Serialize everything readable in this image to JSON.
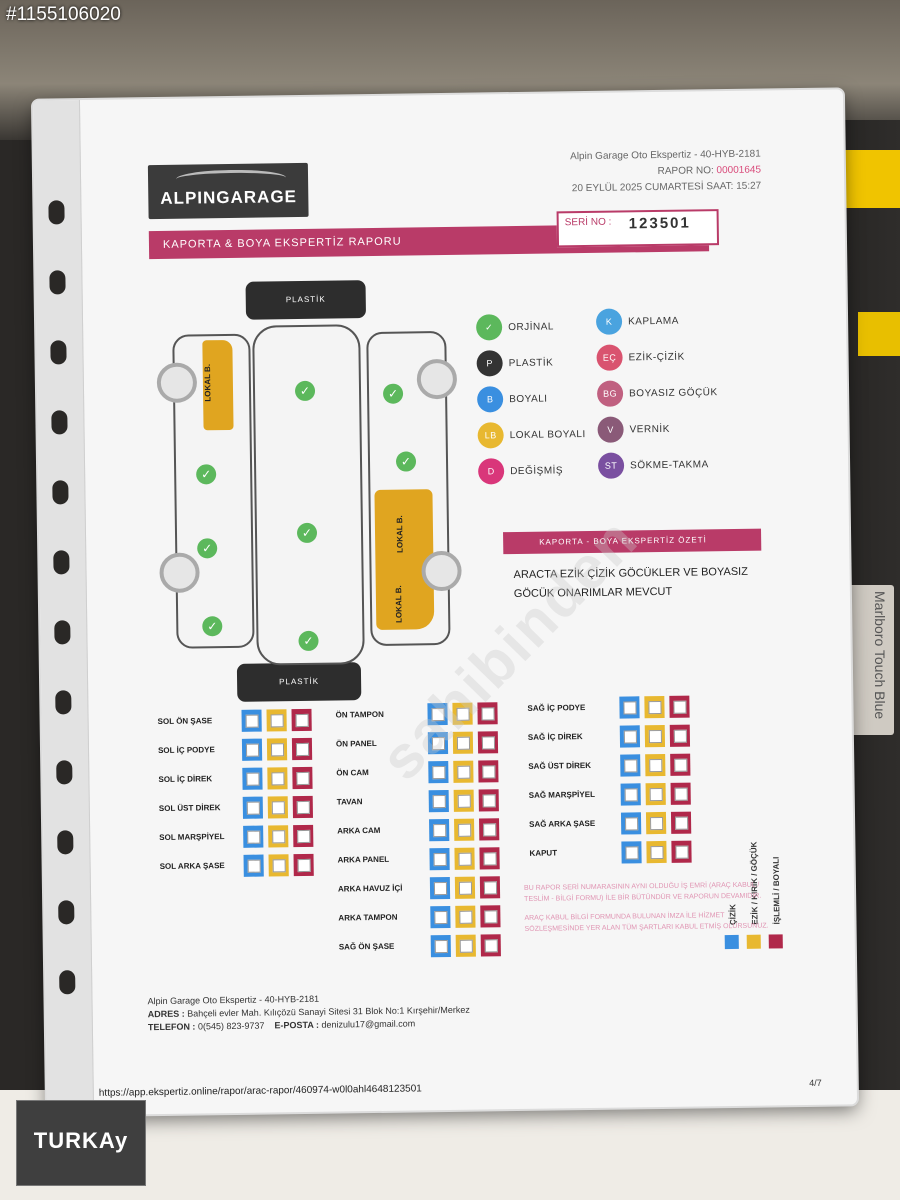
{
  "photo_id": "#1155106020",
  "pack_text": "Marlboro Touch Blue",
  "watermarks": {
    "brand": "TURKAy",
    "site": "sahibinden"
  },
  "header": {
    "logo": "ALPINGARAGE",
    "company_line": "Alpin Garage Oto Ekspertiz - 40-HYB-2181",
    "rapor_no_label": "RAPOR NO:",
    "rapor_no": "00001645",
    "date": "20 EYLÜL 2025 CUMARTESİ SAAT: 15:27",
    "title": "KAPORTA & BOYA EKSPERTİZ RAPORU",
    "seri_label": "SERİ NO :",
    "seri_no": "123501"
  },
  "car": {
    "plastic_top": "PLASTİK",
    "plastic_bottom": "PLASTİK",
    "lokal": "LOKAL B."
  },
  "legend": [
    {
      "code": "✓",
      "label": "ORJİNAL",
      "color": "#5cb85c"
    },
    {
      "code": "K",
      "label": "KAPLAMA",
      "color": "#4aa3df"
    },
    {
      "code": "P",
      "label": "PLASTİK",
      "color": "#333333"
    },
    {
      "code": "EÇ",
      "label": "EZİK-ÇİZİK",
      "color": "#d9536f"
    },
    {
      "code": "B",
      "label": "BOYALI",
      "color": "#3a8fe0"
    },
    {
      "code": "BG",
      "label": "BOYASIZ GÖÇÜK",
      "color": "#c06080"
    },
    {
      "code": "LB",
      "label": "LOKAL BOYALI",
      "color": "#e8b830"
    },
    {
      "code": "V",
      "label": "VERNİK",
      "color": "#8a5a78"
    },
    {
      "code": "D",
      "label": "DEĞİŞMİŞ",
      "color": "#d9367a"
    },
    {
      "code": "ST",
      "label": "SÖKME-TAKMA",
      "color": "#7a4fa0"
    }
  ],
  "summary": {
    "title": "KAPORTA - BOYA EKSPERTİZ ÖZETİ",
    "text_line1": "ARACTA EZİK ÇİZİK GÖCÜKLER VE BOYASIZ",
    "text_line2": "GÖCÜK ONARIMLAR MEVCUT"
  },
  "parts_left": [
    "SOL ÖN ŞASE",
    "SOL İÇ PODYE",
    "SOL İÇ DİREK",
    "SOL ÜST DİREK",
    "SOL MARŞPİYEL",
    "SOL ARKA ŞASE"
  ],
  "parts_mid": [
    "ÖN TAMPON",
    "ÖN PANEL",
    "ÖN CAM",
    "TAVAN",
    "ARKA CAM",
    "ARKA PANEL",
    "ARKA HAVUZ İÇİ",
    "ARKA TAMPON",
    "SAĞ ÖN ŞASE"
  ],
  "parts_right": [
    "SAĞ İÇ PODYE",
    "SAĞ İÇ DİREK",
    "SAĞ ÜST DİREK",
    "SAĞ MARŞPİYEL",
    "SAĞ ARKA ŞASE",
    "KAPUT"
  ],
  "key": [
    {
      "label": "ÇİZİK",
      "color": "#3a8fe0"
    },
    {
      "label": "EZİK / KIRIK / GÖÇÜK",
      "color": "#e8b830"
    },
    {
      "label": "İŞLEMLİ / BOYALI",
      "color": "#b0284a"
    }
  ],
  "notes": {
    "n1": "BU RAPOR SERİ NUMARASININ AYNI OLDUĞU İŞ EMRİ (ARAÇ KABUL / TESLİM - BİLGİ FORMU) İLE BİR BÜTÜNDÜR VE RAPORUN DEVAMIDIR.",
    "n2": "ARAÇ KABUL BİLGİ FORMUNDA BULUNAN İMZA İLE HİZMET SÖZLEŞMESİNDE YER ALAN TÜM ŞARTLARI KABUL ETMİŞ OLURSUNUZ."
  },
  "footer": {
    "company": "Alpin Garage Oto Ekspertiz - 40-HYB-2181",
    "adres_label": "ADRES :",
    "adres": "Bahçeli evler Mah. Kılıçözü Sanayi Sitesi 31 Blok No:1 Kırşehir/Merkez",
    "telefon_label": "TELEFON :",
    "telefon": "0(545) 823-9737",
    "eposta_label": "E-POSTA :",
    "eposta": "denizulu17@gmail.com",
    "url": "https://app.ekspertiz.online/rapor/arac-rapor/460974-w0l0ahl4648123501",
    "page": "4/7"
  }
}
